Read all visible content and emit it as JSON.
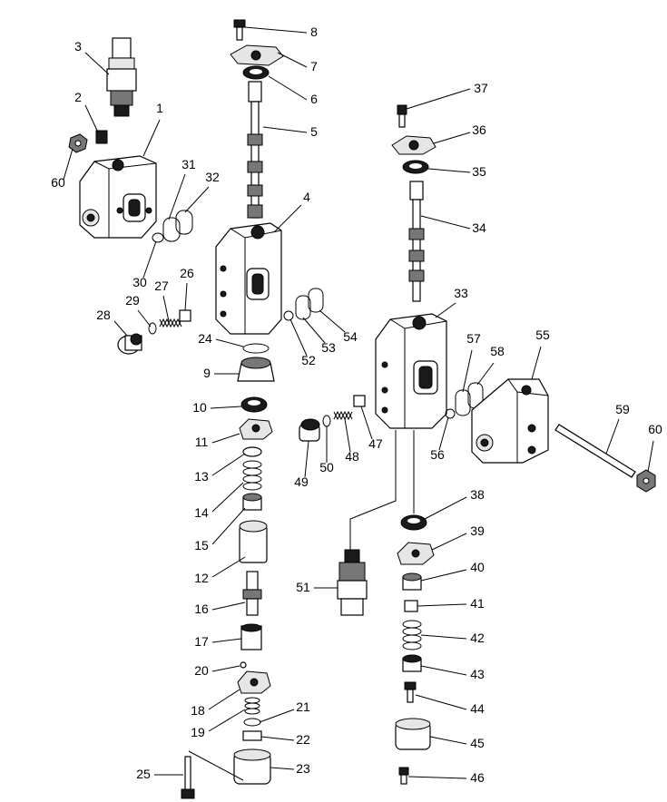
{
  "diagram": {
    "labels": [
      "1",
      "2",
      "3",
      "4",
      "5",
      "6",
      "7",
      "8",
      "9",
      "10",
      "11",
      "12",
      "13",
      "14",
      "15",
      "16",
      "17",
      "18",
      "19",
      "20",
      "21",
      "22",
      "23",
      "24",
      "25",
      "26",
      "27",
      "28",
      "29",
      "30",
      "31",
      "32",
      "33",
      "34",
      "35",
      "36",
      "37",
      "38",
      "39",
      "40",
      "41",
      "42",
      "43",
      "44",
      "45",
      "46",
      "47",
      "48",
      "49",
      "50",
      "51",
      "52",
      "53",
      "54",
      "55",
      "56",
      "57",
      "58",
      "59",
      "60",
      "60"
    ]
  }
}
